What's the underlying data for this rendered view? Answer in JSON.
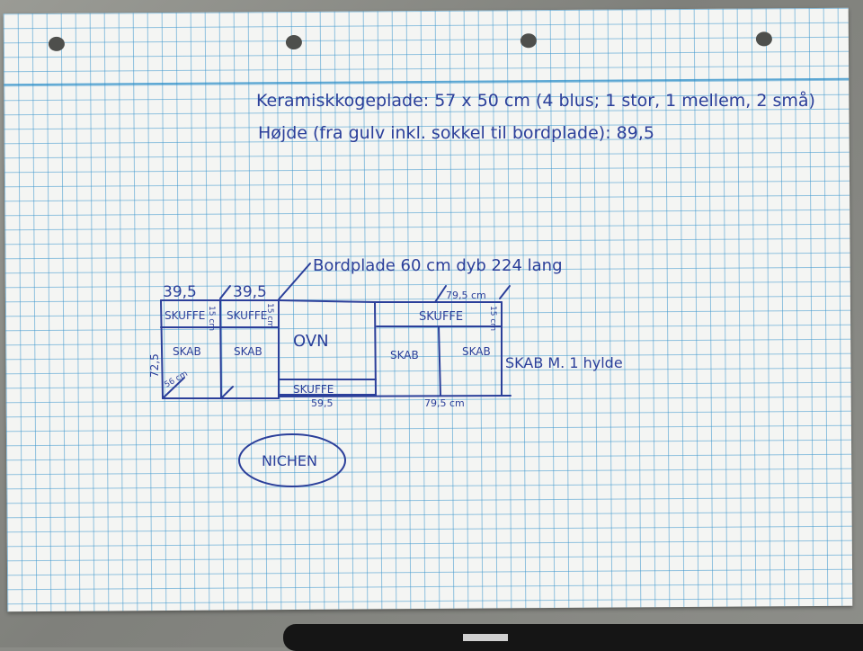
{
  "notes": {
    "cooktop": "Keramiskkogeplade: 57 x 50 cm (4 blus; 1 stor, 1 mellem, 2 små)",
    "height": "Højde (fra gulv inkl. sokkel til bordplade): 89,5"
  },
  "countertop_label": "Bordplade 60 cm dyb 224 lang",
  "dimensions": {
    "cab1_width": "39,5",
    "cab2_width": "39,5",
    "right_top_width": "79,5 cm",
    "right_bottom_width": "79,5 cm",
    "oven_drawer_width": "59,5",
    "left_height": "72,5",
    "left_depth": "56 cm",
    "drawer_height_1": "15 cm",
    "drawer_height_2": "15 cm",
    "drawer_height_3": "15 cm"
  },
  "units": {
    "drawer_1": "SKUFFE",
    "drawer_2": "SKUFFE",
    "cabinet_1": "SKAB",
    "cabinet_2": "SKAB",
    "oven": "OVN",
    "oven_drawer": "SKUFFE",
    "drawer_right": "SKUFFE",
    "cabinet_3": "SKAB",
    "cabinet_4": "SKAB"
  },
  "shelf_note": "SKAB M. 1 hylde",
  "niche_label": "NICHEN",
  "colors": {
    "ink": "#2b3f9a",
    "grid": "#3c96cd",
    "paper": "#f4f5f3"
  }
}
